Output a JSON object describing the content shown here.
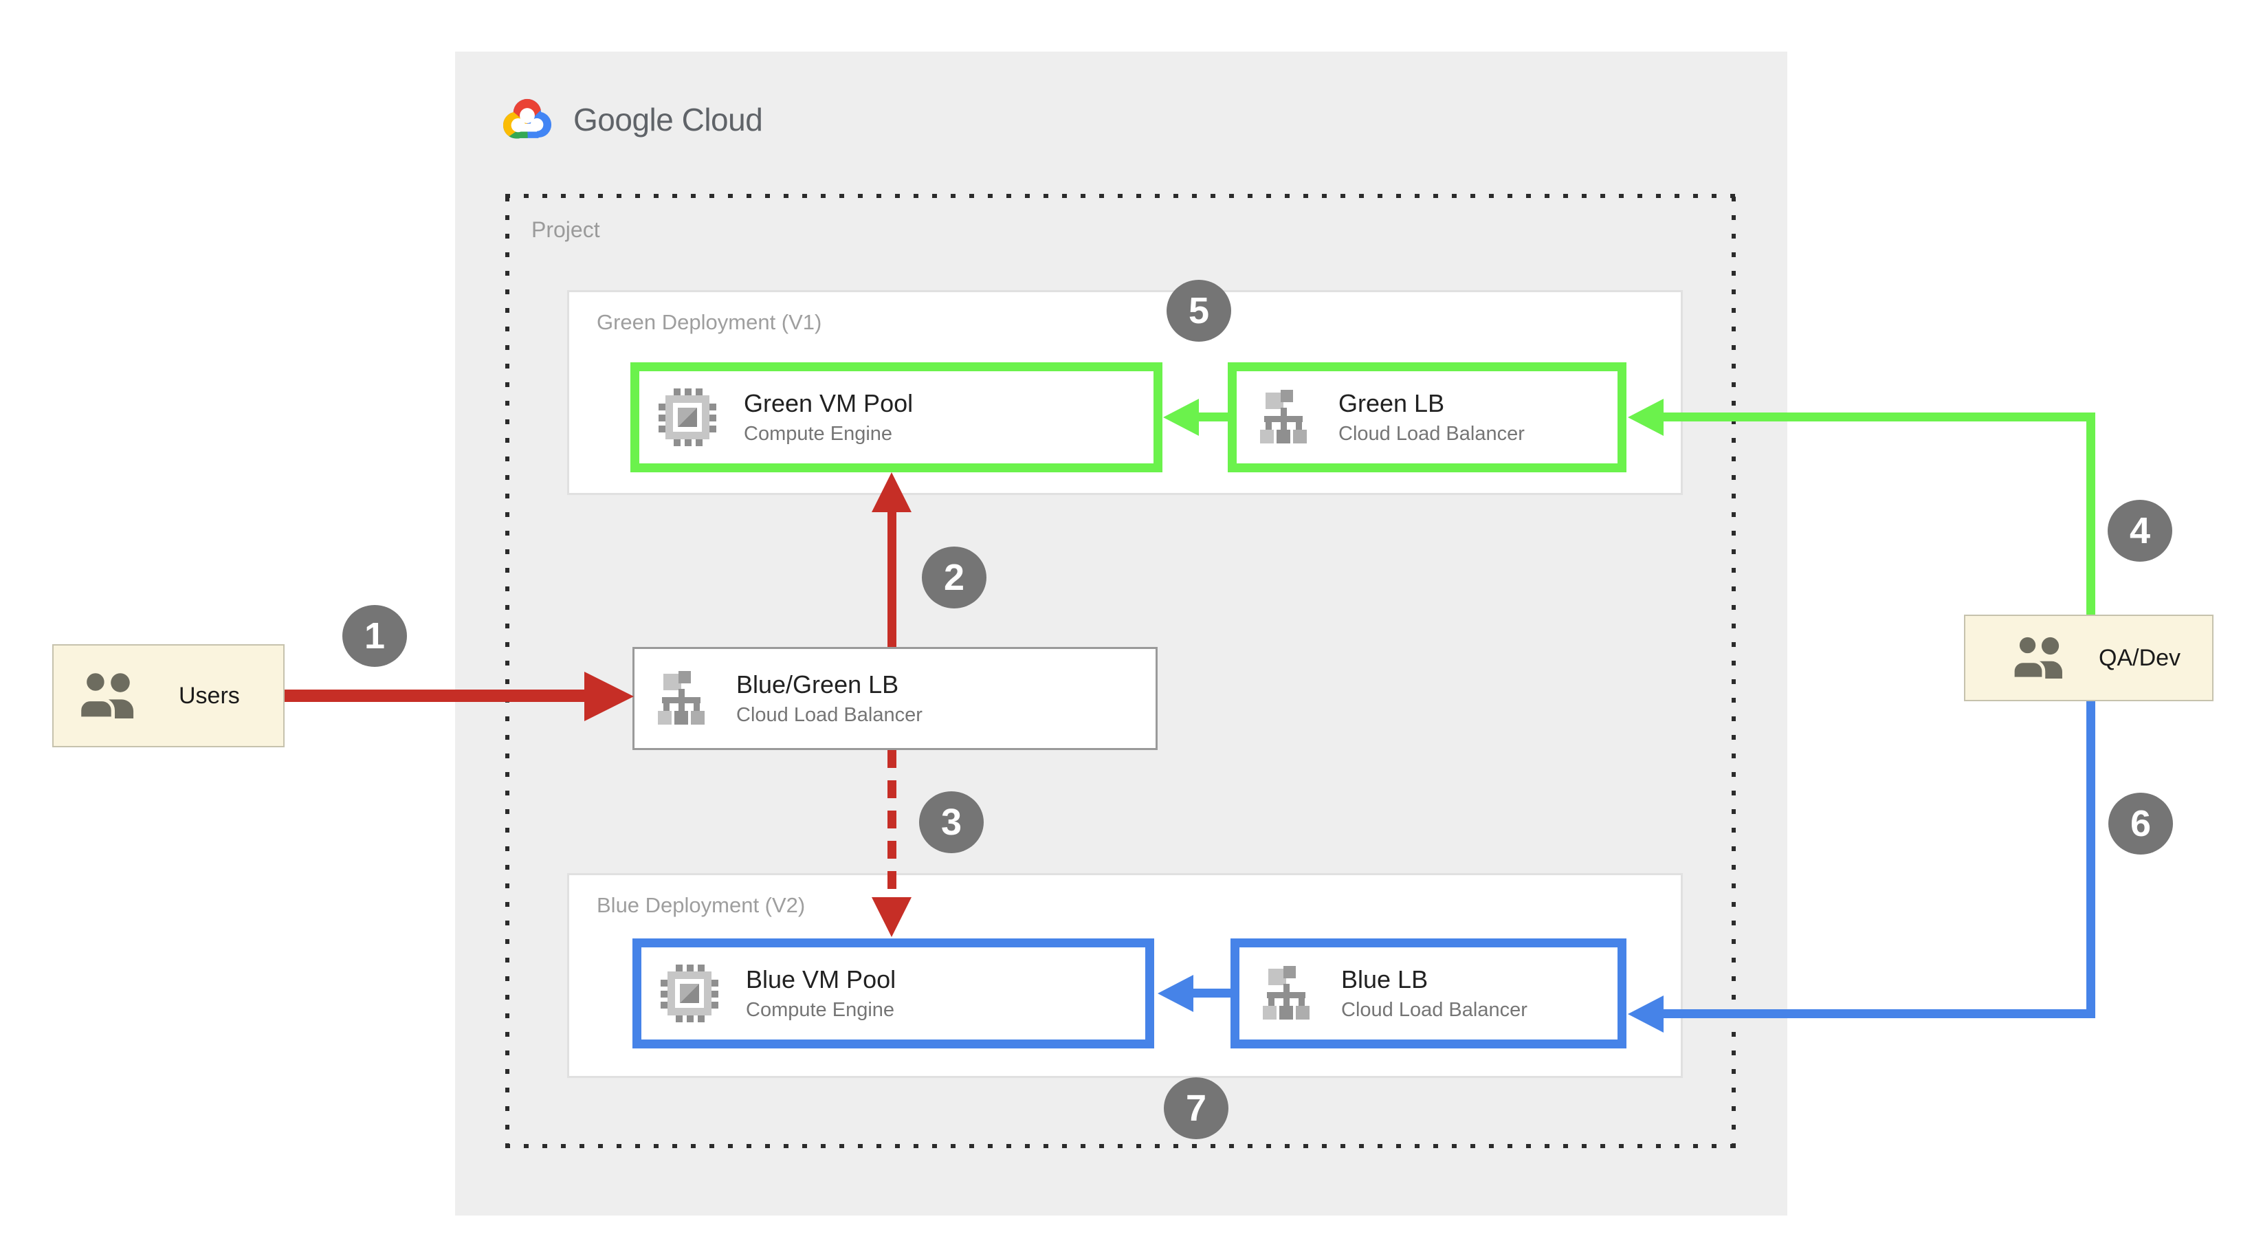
{
  "header": {
    "brand": "Google Cloud"
  },
  "project": {
    "label": "Project"
  },
  "groups": [
    {
      "id": "green",
      "label": "Green Deployment (V1)"
    },
    {
      "id": "blue",
      "label": "Blue Deployment (V2)"
    }
  ],
  "nodes": [
    {
      "id": "green-vm",
      "title": "Green VM Pool",
      "subtitle": "Compute Engine",
      "icon": "compute-engine-icon",
      "accent": "#6BF24C"
    },
    {
      "id": "green-lb",
      "title": "Green LB",
      "subtitle": "Cloud Load Balancer",
      "icon": "load-balancer-icon",
      "accent": "#6BF24C"
    },
    {
      "id": "bluegreen-lb",
      "title": "Blue/Green LB",
      "subtitle": "Cloud Load Balancer",
      "icon": "load-balancer-icon",
      "accent": "#9A9A9A"
    },
    {
      "id": "blue-vm",
      "title": "Blue VM Pool",
      "subtitle": "Compute Engine",
      "icon": "compute-engine-icon",
      "accent": "#4683E8"
    },
    {
      "id": "blue-lb",
      "title": "Blue LB",
      "subtitle": "Cloud Load Balancer",
      "icon": "load-balancer-icon",
      "accent": "#4683E8"
    }
  ],
  "actors": [
    {
      "id": "users",
      "label": "Users",
      "icon": "users-icon"
    },
    {
      "id": "qadev",
      "label": "QA/Dev",
      "icon": "users-icon"
    }
  ],
  "steps": [
    "1",
    "2",
    "3",
    "4",
    "5",
    "6",
    "7"
  ],
  "colors": {
    "panel_bg": "#EEEEEE",
    "arrow_red": "#C62E26",
    "arrow_green": "#6BF24C",
    "arrow_blue": "#4683E8",
    "step_badge_bg": "#757575",
    "actor_bg": "#FAF4DE",
    "group_border": "#E0E0E0",
    "logo_red": "#EA4335",
    "logo_yellow": "#FBBC05",
    "logo_green": "#34A853",
    "logo_blue": "#4285F4"
  }
}
